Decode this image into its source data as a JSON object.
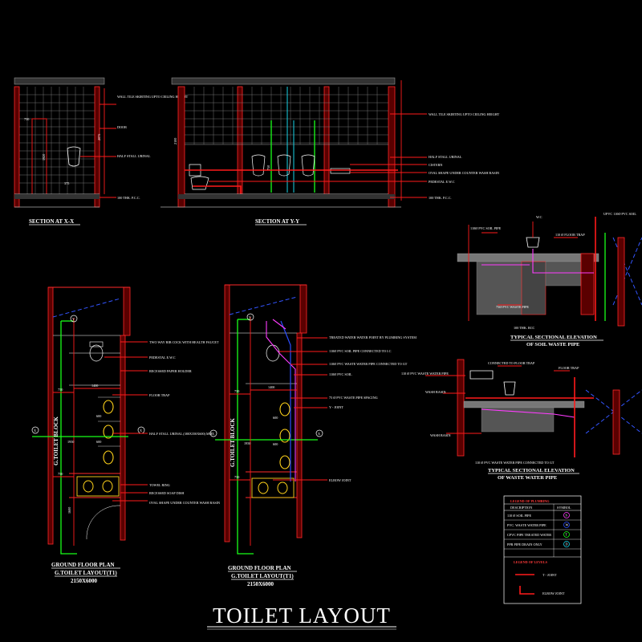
{
  "title": "TOILET LAYOUT",
  "sections": {
    "xx": {
      "title": "SECTION AT X-X",
      "notes": [
        "WALL TILE SKIRTING UPTO CEILING HEIGHT",
        "DOOR",
        "HALF STALL URINAL",
        "100 THK. P.C.C."
      ],
      "dims": [
        "750",
        "2075",
        "1920",
        "375"
      ]
    },
    "yy": {
      "title": "SECTION AT Y-Y",
      "notes": [
        "WALL TILE SKIRTING UPTO CEILING HEIGHT",
        "HALF STALL URINAL",
        "CISTERN",
        "OVAL SHAPE UNDER COUNTER WASH BASIN",
        "PEDESTAL E.W.C",
        "100 THK. P.C.C."
      ],
      "dims": [
        "2100",
        "750"
      ]
    }
  },
  "plan_left": {
    "title": "GROUND FLOOR PLAN",
    "subtitle": "G.TOILET LAYOUT(T1)",
    "size": "2150X6000",
    "block_label": "G.TOILET BLOCK",
    "grid_label": "Y",
    "axis_label": "X",
    "notes": [
      "TWO WAY BIB COCK WITH HEALTH FAUCET",
      "PEDESTAL E.W.C",
      "RECESSED PAPER HOLDER",
      "FLOOR TRAP",
      "HALF STALL URINAL (380X350X600) MM",
      "TOWEL RING",
      "RECESSED SOAP DISH",
      "OVAL SHAPE UNDER COUNTER WASH BASIN"
    ],
    "dims": [
      "1400",
      "750",
      "1950",
      "750",
      "600",
      "600",
      "1600"
    ]
  },
  "plan_right": {
    "title": "GROUND FLOOR PLAN",
    "subtitle": "G.TOILET LAYOUT(T1)",
    "size": "2150X6000",
    "block_label": "G.TOILET BLOCK",
    "grid_label": "Y",
    "axis_label": "X",
    "notes": [
      "TREATED WATER WATER POINT BY PLUMBING SYSTEM",
      "110Ø PVC SOIL PIPE CONNECTED TO I.C",
      "110Ø PVC WASTE WATER PIPE CONNECTED TO GT",
      "110Ø PVC SOIL",
      "75 Ø PVC WASTE PIPE SPACING",
      "Y - JOINT",
      "ELBOW JOINT"
    ],
    "dims": [
      "1400",
      "750",
      "1950",
      "750",
      "600",
      "600"
    ]
  },
  "soil_section": {
    "title": "TYPICAL SECTIONAL ELEVATION",
    "subtitle": "OF SOIL WASTE PIPE",
    "notes": [
      "W.C",
      "110Ø PVC SOIL PIPE",
      "75Ø PVC WASTE PIPE",
      "110 Ø FLOOR TRAP",
      "UPVC 110Ø PVC SOIL",
      "100 THK. RCC"
    ]
  },
  "waste_section": {
    "title": "TYPICAL SECTIONAL ELEVATION",
    "subtitle": "OF WASTE WATER PIPE",
    "notes": [
      "CONNECTED TO FLOOR TRAP",
      "FLOOR TRAP",
      "110 Ø PVC WASTE WATER PIPE",
      "WASH BASIN",
      "110 Ø PVC WASTE WATER PIPE CONNECTED TO GT"
    ]
  },
  "legend": {
    "title_plumbing": "LEGEND OF PLUMBING",
    "col_desc": "DESCRIPTION",
    "col_symbol": "SYMBOL",
    "rows": [
      {
        "desc": "110 Ø SOIL PIPE",
        "symbol": "S"
      },
      {
        "desc": "PVC. WASTE WATER PIPE",
        "symbol": "W"
      },
      {
        "desc": "CPVC PIPE TREATED WATER",
        "symbol": "T"
      },
      {
        "desc": "PPR PIPE DRAIN ONLY",
        "symbol": "D"
      }
    ],
    "title_levels": "LEGEND OF LEVELS",
    "levels": [
      "T - JOINT",
      "ELBOW JOINT"
    ]
  },
  "colors": {
    "wall": "#ff2a2a",
    "water": "#18ff18",
    "soil": "#ff3cff",
    "waste": "#2b4dff",
    "text": "#ffffff"
  }
}
